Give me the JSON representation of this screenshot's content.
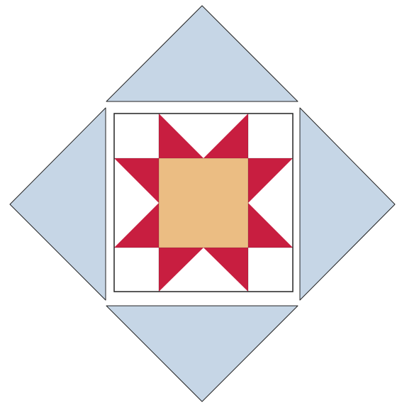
{
  "diagram": {
    "type": "sawtooth star quilt block set on point with setting triangles",
    "colors": {
      "background": "#ffffff",
      "setting_triangle": "#c6d6e6",
      "block_background": "#ffffff",
      "star_points": "#c81e40",
      "star_center": "#ebbd83",
      "outline": "#222222"
    },
    "pieces": {
      "setting_triangles": [
        "top",
        "left",
        "right",
        "bottom"
      ],
      "star_points": 8,
      "background_corner_squares": 4,
      "center_squares": 1
    }
  }
}
